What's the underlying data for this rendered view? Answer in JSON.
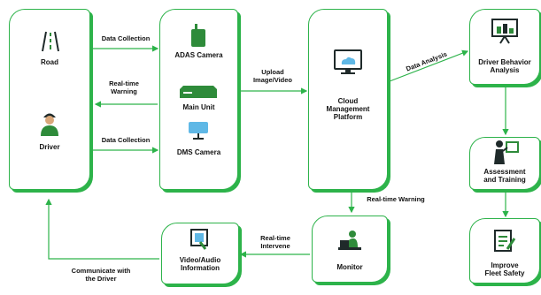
{
  "colors": {
    "accent": "#2db34a",
    "icon_dark": "#1f2a2a",
    "icon_green": "#2e8b3a",
    "screen_blue": "#5fb8e6"
  },
  "nodes": {
    "road": "Road",
    "driver": "Driver",
    "adas_camera": "ADAS Camera",
    "main_unit": "Main Unit",
    "dms_camera": "DMS Camera",
    "cloud": "Cloud\nManagement\nPlatform",
    "driver_behavior": "Driver Behavior\nAnalysis",
    "assessment": "Assessment\nand Training",
    "improve": "Improve\nFleet Safety",
    "monitor": "Monitor",
    "video_audio": "Video/Audio\nInformation"
  },
  "flows": {
    "data_collection_top": "Data Collection",
    "realtime_warning_left": "Real-time\nWarning",
    "data_collection_bottom": "Data Collection",
    "upload": "Upload\nImage/Video",
    "data_analysis": "Data Analysis",
    "realtime_warning_down": "Real-time Warning",
    "realtime_intervene": "Real-time\nIntervene",
    "communicate": "Communicate with\nthe Driver"
  },
  "icons": [
    "road-icon",
    "driver-icon",
    "adas-camera-icon",
    "main-unit-icon",
    "dms-camera-icon",
    "cloud-monitor-icon",
    "presentation-chart-icon",
    "trainer-icon",
    "checklist-icon",
    "monitor-person-icon",
    "video-audio-icon"
  ]
}
